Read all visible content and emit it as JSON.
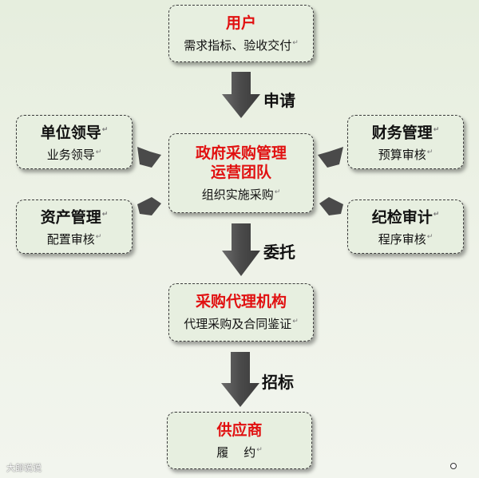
{
  "boxes": {
    "user": {
      "title": "用户",
      "sub": "需求指标、验收交付"
    },
    "center": {
      "title1": "政府采购管理",
      "title2": "运营团队",
      "sub": "组织实施采购"
    },
    "unit": {
      "title": "单位领导",
      "sub": "业务领导"
    },
    "assets": {
      "title": "资产管理",
      "sub": "配置审核"
    },
    "finance": {
      "title": "财务管理",
      "sub": "预算审核"
    },
    "audit": {
      "title": "纪检审计",
      "sub": "程序审核"
    },
    "agency": {
      "title": "采购代理机构",
      "sub": "代理采购及合同鉴证"
    },
    "supplier": {
      "title": "供应商",
      "sub": "履    约"
    }
  },
  "arrows": {
    "apply": "申请",
    "entrust": "委托",
    "bid": "招标"
  },
  "marks": {
    "paragraph": "↵"
  },
  "watermark": "大郎说说",
  "colors": {
    "accent_red": "#e11010",
    "arrow_gray": "#555555",
    "box_fill": "#e7efe0"
  }
}
